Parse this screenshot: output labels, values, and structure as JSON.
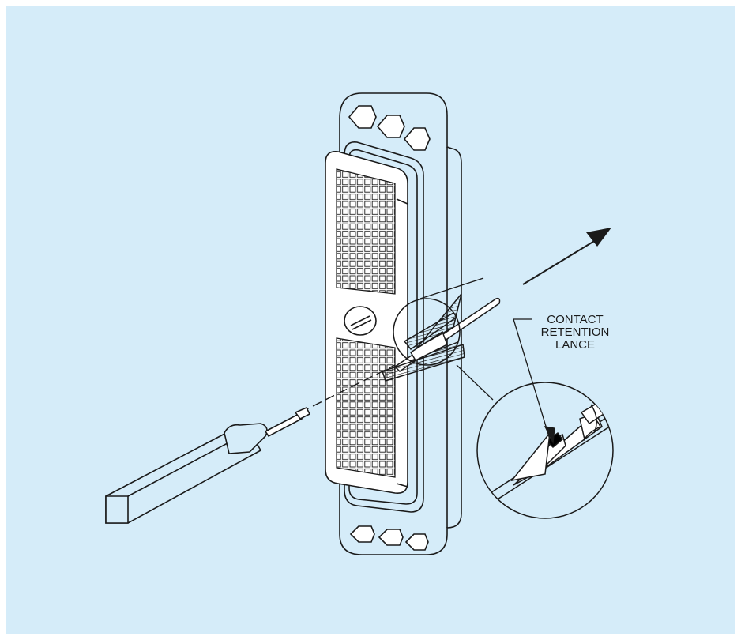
{
  "callout": {
    "lines": [
      "CONTACT",
      "RETENTION",
      "LANCE"
    ]
  },
  "colors": {
    "background": "#d5ecf9",
    "line": "#1a1a1a",
    "part_fill": "#d5ecf9"
  },
  "icons": {
    "direction": "arrow-up-right-icon"
  }
}
